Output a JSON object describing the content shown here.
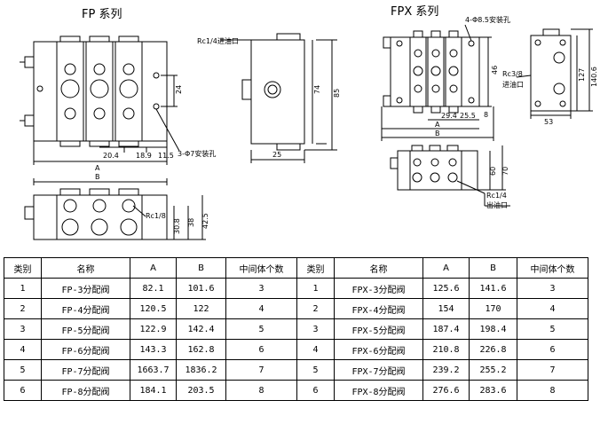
{
  "fp": {
    "title": "FP 系列",
    "labels": {
      "oil_inlet": "Rc1/4进油口",
      "mount_holes": "3-Φ7安装孔",
      "outlet_thread": "Rc1/8"
    },
    "dims": {
      "a": "A",
      "b": "B",
      "d20_4": "20.4",
      "d18_9": "18.9",
      "d11_5": "11.5",
      "d24": "24",
      "d74": "74",
      "d85": "85",
      "d25": "25",
      "d30_8": "30.8",
      "d38": "38",
      "d42_5": "42.5"
    }
  },
  "fpx": {
    "title": "FPX 系列",
    "labels": {
      "mount_holes": "4-Φ8.5安装孔",
      "oil_inlet_thread": "Rc3/8",
      "oil_inlet": "进油口",
      "outlet_thread": "Rc1/4",
      "oil_outlet": "出油口"
    },
    "dims": {
      "d46": "46",
      "d8": "8",
      "d29_4": "29.4",
      "d25_5": "25.5",
      "a": "A",
      "b": "B",
      "d127": "127",
      "d140_6": "140.6",
      "d53": "53",
      "d60": "60",
      "d70": "70"
    }
  },
  "table": {
    "headers": [
      "类别",
      "名称",
      "A",
      "B",
      "中间体个数",
      "类别",
      "名称",
      "A",
      "B",
      "中间体个数"
    ],
    "rows": [
      [
        "1",
        "FP-3分配阀",
        "82.1",
        "101.6",
        "3",
        "1",
        "FPX-3分配阀",
        "125.6",
        "141.6",
        "3"
      ],
      [
        "2",
        "FP-4分配阀",
        "120.5",
        "122",
        "4",
        "2",
        "FPX-4分配阀",
        "154",
        "170",
        "4"
      ],
      [
        "3",
        "FP-5分配阀",
        "122.9",
        "142.4",
        "5",
        "3",
        "FPX-5分配阀",
        "187.4",
        "198.4",
        "5"
      ],
      [
        "4",
        "FP-6分配阀",
        "143.3",
        "162.8",
        "6",
        "4",
        "FPX-6分配阀",
        "210.8",
        "226.8",
        "6"
      ],
      [
        "5",
        "FP-7分配阀",
        "1663.7",
        "1836.2",
        "7",
        "5",
        "FPX-7分配阀",
        "239.2",
        "255.2",
        "7"
      ],
      [
        "6",
        "FP-8分配阀",
        "184.1",
        "203.5",
        "8",
        "6",
        "FPX-8分配阀",
        "276.6",
        "283.6",
        "8"
      ]
    ]
  }
}
